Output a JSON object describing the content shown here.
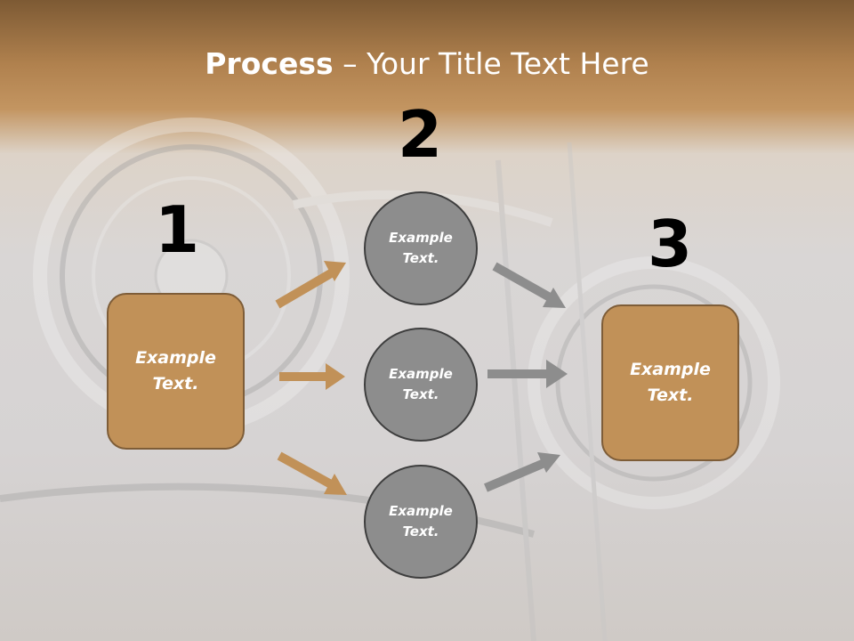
{
  "title": {
    "bold": "Process",
    "separator": " – ",
    "rest": "Your Title Text Here"
  },
  "steps": {
    "one": "1",
    "two": "2",
    "three": "3"
  },
  "left_box": {
    "label": "Example\nText."
  },
  "right_box": {
    "label": "Example\nText."
  },
  "circles": [
    {
      "label": "Example\nText."
    },
    {
      "label": "Example\nText."
    },
    {
      "label": "Example\nText."
    }
  ],
  "colors": {
    "box_fill": "#c19158",
    "box_border": "#7e5d38",
    "circle_fill": "#8d8d8d",
    "circle_border": "#3e3e3e",
    "arrow_brown": "#c19158",
    "arrow_gray": "#8d8d8d"
  }
}
